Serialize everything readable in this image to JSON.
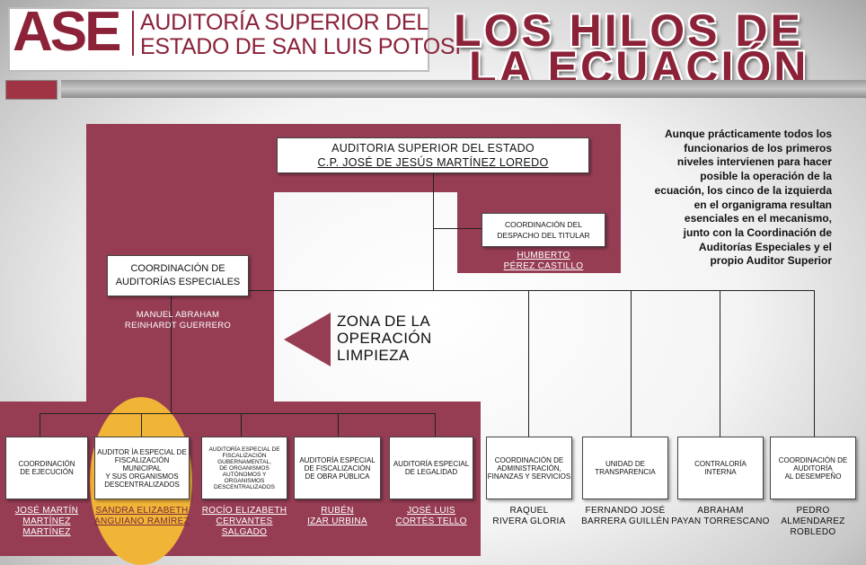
{
  "header": {
    "logo_mark": "ASE",
    "logo_line1": "AUDITORÍA SUPERIOR DEL",
    "logo_line2": "ESTADO DE SAN LUIS POTOSÍ",
    "title_line1": "LOS HILOS DE",
    "title_line2": "LA ECUACIÓN"
  },
  "top": {
    "title": "AUDITORIA SUPERIOR DEL ESTADO",
    "person": "C.P. JOSÉ DE JESÚS MARTÍNEZ LOREDO"
  },
  "despacho": {
    "line1": "COORDINACIÓN DEL",
    "line2": "DESPACHO DEL TITULAR",
    "name1": "HUMBERTO",
    "name2": "PÉREZ CASTILLO"
  },
  "especiales": {
    "line1": "COORDINACIÓN  DE",
    "line2": "AUDITORÍAS ESPECIALES",
    "name1": "MANUEL ABRAHAM",
    "name2": "REINHARDT GUERRERO"
  },
  "zona": {
    "line1": "ZONA DE LA",
    "line2": "OPERACIÓN",
    "line3": "LIMPIEZA"
  },
  "note": {
    "lines": [
      "Aunque prácticamente todos los",
      "funcionarios de los primeros",
      "niveles intervienen para hacer",
      "posible la operación de la",
      "ecuación, los cinco de la izquierda",
      "en el organigrama resultan",
      "esenciales en el mecanismo,",
      "junto con la Coordinación de",
      "Auditorías Especiales y el",
      "propio Auditor Superior"
    ]
  },
  "left_units": [
    {
      "lines": [
        "COORDINACIÓN",
        "DE EJECUCIÓN"
      ],
      "names": [
        "JOSÉ MARTÍN",
        "MARTÍNEZ",
        "MARTÍNEZ"
      ]
    },
    {
      "lines": [
        "AUDITOR ÍA ESPECIAL DE",
        "FISCALIZACIÓN",
        "MUNICIPAL",
        "Y  SUS ORGANISMOS",
        "DESCENTRALIZADOS"
      ],
      "names": [
        "SANDRA ELIZABETH",
        "ANGUIANO RAMÍREZ"
      ]
    },
    {
      "lines": [
        "AUDITORÍA ESPECIAL DE",
        "FISCALIZACIÓN",
        "GUBERNAMENTAL,",
        "DE ORGANISMOS",
        "AUTÓNOMOS Y",
        "ORGANISMOS",
        "DESCENTRALIZADOS"
      ],
      "names": [
        "ROCÍO ELIZABETH",
        "CERVANTES",
        "SALGADO"
      ]
    },
    {
      "lines": [
        "AUDITORÍA ESPECIAL",
        "DE FISCALIZACIÓN",
        "DE OBRA PÚBLICA"
      ],
      "names": [
        "RUBÉN",
        "IZAR URBINA"
      ]
    },
    {
      "lines": [
        "AUDITORÍA ESPECIAL",
        "DE  LEGALIDAD"
      ],
      "names": [
        "JOSÉ LUIS",
        "CORTÉS TELLO"
      ]
    }
  ],
  "right_units": [
    {
      "lines": [
        "COORDINACIÓN DE",
        "ADMINISTRACIÓN,",
        "FINANZAS Y SERVICIOS"
      ],
      "names": [
        "RAQUEL",
        "RIVERA GLORIA"
      ]
    },
    {
      "lines": [
        "UNIDAD DE",
        "TRANSPARENCIA"
      ],
      "names": [
        "FERNANDO JOSÉ",
        "BARRERA GUILLÉN"
      ]
    },
    {
      "lines": [
        "CONTRALORÍA",
        "INTERNA"
      ],
      "names": [
        "ABRAHAM",
        "PAYAN TORRESCANO"
      ]
    },
    {
      "lines": [
        "COORDINACIÓN DE",
        "AUDITORÍA",
        "AL DESEMPEÑO"
      ],
      "names": [
        "PEDRO",
        "ALMENDAREZ",
        "ROBLEDO"
      ]
    }
  ],
  "colors": {
    "maroon": "#963d54",
    "brand": "#8b2238",
    "highlight": "#f0b437"
  }
}
